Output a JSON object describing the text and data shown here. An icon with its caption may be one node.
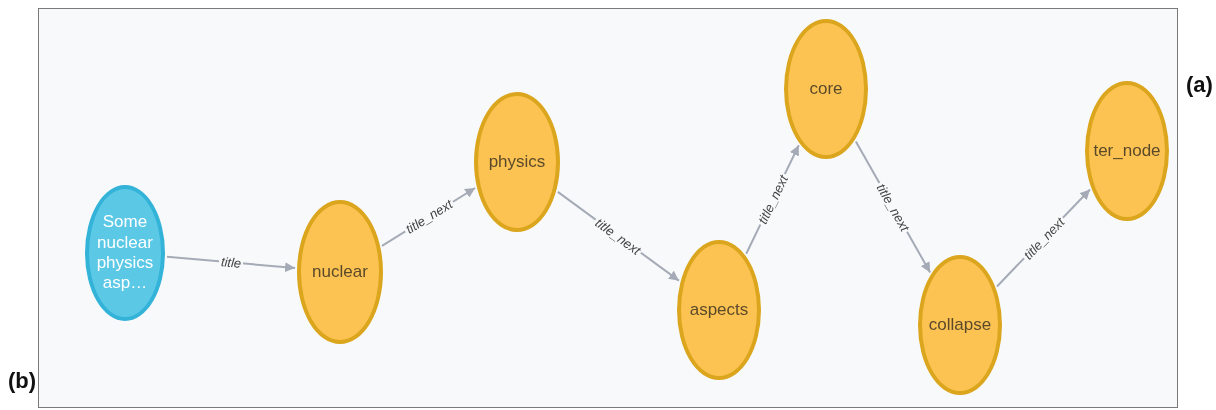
{
  "diagram": {
    "nodes": [
      {
        "text": [
          "Some nuclear physics asp…"
        ]
      },
      {
        "text": [
          "nuclear"
        ]
      },
      {
        "text": [
          "physics"
        ]
      },
      {
        "text": [
          "aspects"
        ]
      },
      {
        "text": [
          "core"
        ]
      },
      {
        "text": [
          "collapse"
        ]
      },
      {
        "text": [
          "ter_node"
        ]
      }
    ],
    "edges": [
      {
        "from": 0,
        "to": 1,
        "arrow": "to",
        "label": "title"
      },
      {
        "from": 1,
        "to": 2,
        "arrow": "to",
        "label": "title_next"
      },
      {
        "from": 2,
        "to": 3,
        "arrow": "to",
        "label": "title_next"
      },
      {
        "from": 3,
        "to": 4,
        "arrow": "to",
        "label": "title_next"
      },
      {
        "from": 4,
        "to": 5,
        "arrow": "to",
        "label": "title_next"
      },
      {
        "from": 5,
        "to": 6,
        "arrow": "to",
        "label": "title_next"
      }
    ],
    "labels": [
      "(a)",
      "(b)"
    ]
  }
}
